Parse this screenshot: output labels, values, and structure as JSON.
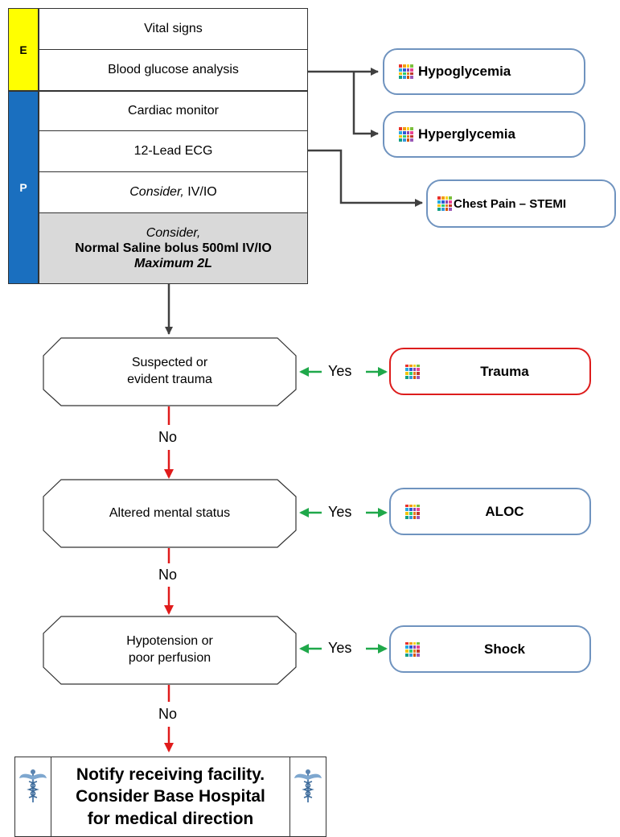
{
  "stages": {
    "e_label": "E",
    "p_label": "P"
  },
  "steps": {
    "vital_signs": "Vital signs",
    "blood_glucose": "Blood glucose analysis",
    "cardiac_monitor": "Cardiac monitor",
    "ecg": "12-Lead ECG",
    "iv_consider": "Consider,",
    "iv_text": " IV/IO",
    "bolus_consider": "Consider,",
    "bolus_main": "Normal Saline bolus 500ml IV/IO",
    "bolus_max": "Maximum 2L"
  },
  "refs": {
    "hypoglycemia": "Hypoglycemia",
    "hyperglycemia": "Hyperglycemia",
    "stemi": "Chest Pain – STEMI",
    "trauma": "Trauma",
    "aloc": "ALOC",
    "shock": "Shock"
  },
  "decisions": {
    "trauma_l1": "Suspected or",
    "trauma_l2": "evident trauma",
    "ams": "Altered mental status",
    "hypo_l1": "Hypotension or",
    "hypo_l2": "poor perfusion"
  },
  "labels": {
    "yes": "Yes",
    "no": "No"
  },
  "footer": {
    "line1": "Notify receiving facility.",
    "line2": "Consider Base Hospital",
    "line3": "for medical direction"
  },
  "colors": {
    "stage_e": "#ffff00",
    "stage_p": "#1a6fbf",
    "ref_border": "#6f93bf",
    "ref_border_alert": "#dd1c1c",
    "no_arrow": "#e01b1b",
    "yes_arrow": "#1fa84a",
    "flow_arrow": "#404040",
    "gray_row": "#d9d9d9"
  },
  "icons": {
    "protocol": "protocol-grid-icon",
    "caduceus": "caduceus-icon"
  }
}
